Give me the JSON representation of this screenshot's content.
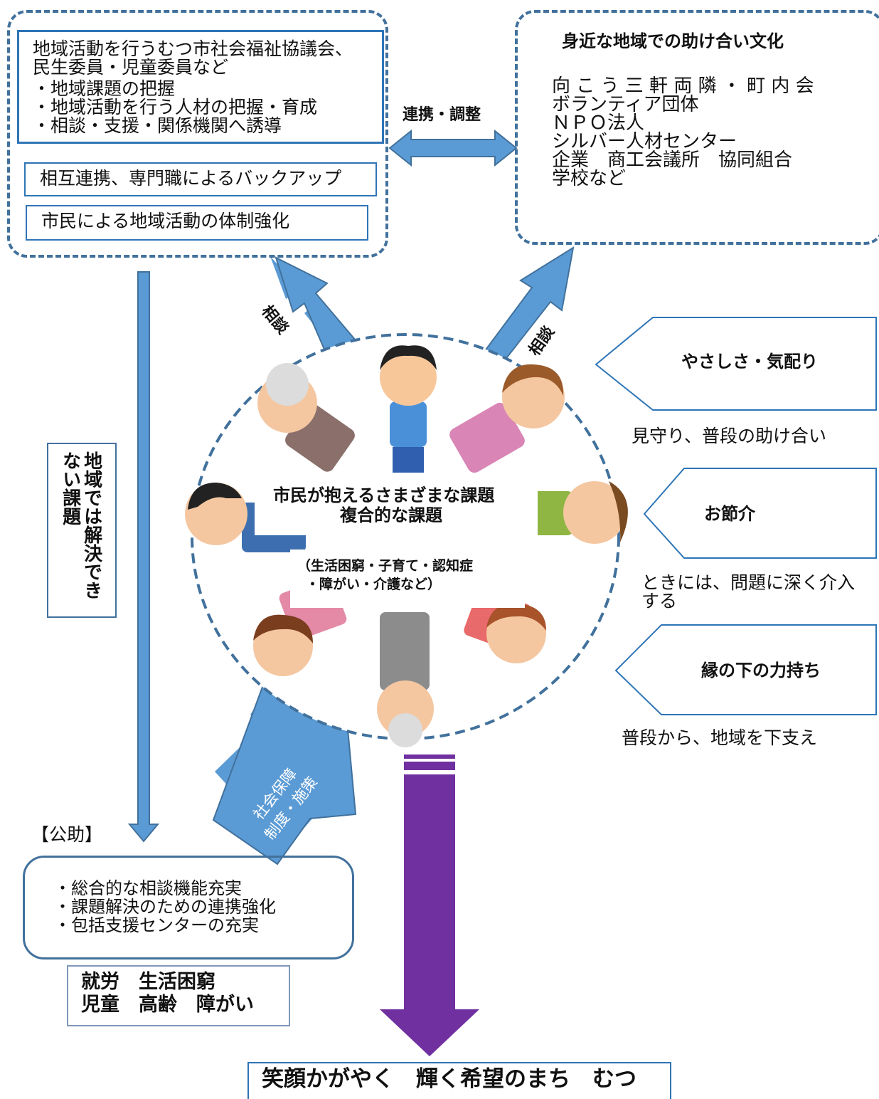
{
  "left_panel": {
    "lines": [
      "地域活動を行うむつ市社会福祉協議会、",
      "民生委員・児童委員など",
      "・地域課題の把握",
      "・地域活動を行う人材の把握・育成",
      "・相談・支援・関係機関へ誘導"
    ],
    "box2": "相互連携、専門職によるバックアップ",
    "box3": "市民による地域活動の体制強化"
  },
  "right_panel": {
    "title": "身近な地域での助け合い文化",
    "lines": [
      "向 こ う 三 軒 両 隣 ・ 町 内 会",
      "ボランティア団体",
      "ＮＰＯ法人",
      "シルバー人材センター",
      "企業　商工会議所　協同組合",
      "学校など"
    ]
  },
  "link_label": "連携・調整",
  "consult_left": "相談",
  "consult_right": "相談",
  "center": {
    "title1": "市民が抱えるさまざまな課題",
    "title2": "複合的な課題",
    "sub1": "（生活困窮・子育て・認知症",
    "sub2": "・障がい・介護など）"
  },
  "vertical_note": "地域では解決できない課題",
  "vertical_note_col1": "地域では解決でき",
  "vertical_note_col2": "ない課題",
  "tags": [
    {
      "label": "やさしさ・気配り",
      "caption": "見守り、普段の助け合い"
    },
    {
      "label": "お節介",
      "caption1": "ときには、問題に深く介入",
      "caption2": "する"
    },
    {
      "label": "縁の下の力持ち",
      "caption": "普段から、地域を下支え"
    }
  ],
  "public": {
    "heading": "【公助】",
    "items": [
      "・総合的な相談機能充実",
      "・課題解決のための連携強化",
      "・包括支援センターの充実"
    ],
    "fields_line1": "就労　生活困窮",
    "fields_line2": "児童　高齢　障がい"
  },
  "social_security_line1": "社会保障",
  "social_security_line2": "制度・施策",
  "slogan": "笑顔かがやく　輝く希望のまち　むつ",
  "colors": {
    "blue_arrow": "#5b9bd5",
    "purple_arrow": "#7030a0",
    "border": "#41719c"
  }
}
